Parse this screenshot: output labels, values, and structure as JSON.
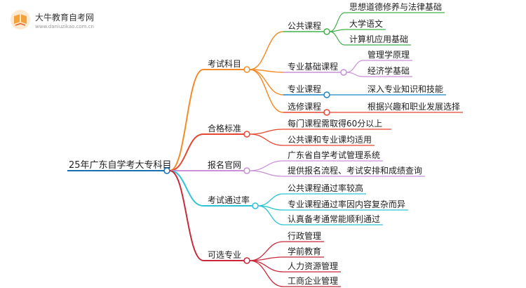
{
  "brand": {
    "name": "大牛教育自考网",
    "url": "www.daniuzikao.com.cn",
    "colors": {
      "primary": "#f2a23a",
      "secondary": "#e7662a"
    }
  },
  "mindmap": {
    "root": "25年广东自学考大专科目",
    "branches": [
      {
        "label": "考试科目",
        "color": "#f28c28",
        "children": [
          {
            "label": "公共课程",
            "color": "#41b24c",
            "children": [
              "思想道德修养与法律基础",
              "大学语文",
              "计算机应用基础"
            ]
          },
          {
            "label": "专业基础课程",
            "color": "#c98fd9",
            "children": [
              "管理学原理",
              "经济学基础"
            ]
          },
          {
            "label": "专业课程",
            "color": "#1a86c9",
            "children": [
              "深入专业知识和技能"
            ]
          },
          {
            "label": "选修课程",
            "color": "#e8452e",
            "children": [
              "根据兴趣和职业发展选择"
            ]
          }
        ]
      },
      {
        "label": "合格标准",
        "color": "#e8452e",
        "children": [
          "每门课程需取得60分以上",
          "公共课和专业课均适用"
        ]
      },
      {
        "label": "报名官网",
        "color": "#c98fd9",
        "children": [
          "广东省自学考试管理系统",
          "提供报名流程、考试安排和成绩查询"
        ]
      },
      {
        "label": "考试通过率",
        "color": "#2cc3d6",
        "children": [
          "公共课程通过率较高",
          "专业课程通过率因内容复杂而异",
          "认真备考通常能顺利通过"
        ]
      },
      {
        "label": "可选专业",
        "color": "#c8283a",
        "children": [
          "行政管理",
          "学前教育",
          "人力资源管理",
          "工商企业管理"
        ]
      }
    ]
  }
}
